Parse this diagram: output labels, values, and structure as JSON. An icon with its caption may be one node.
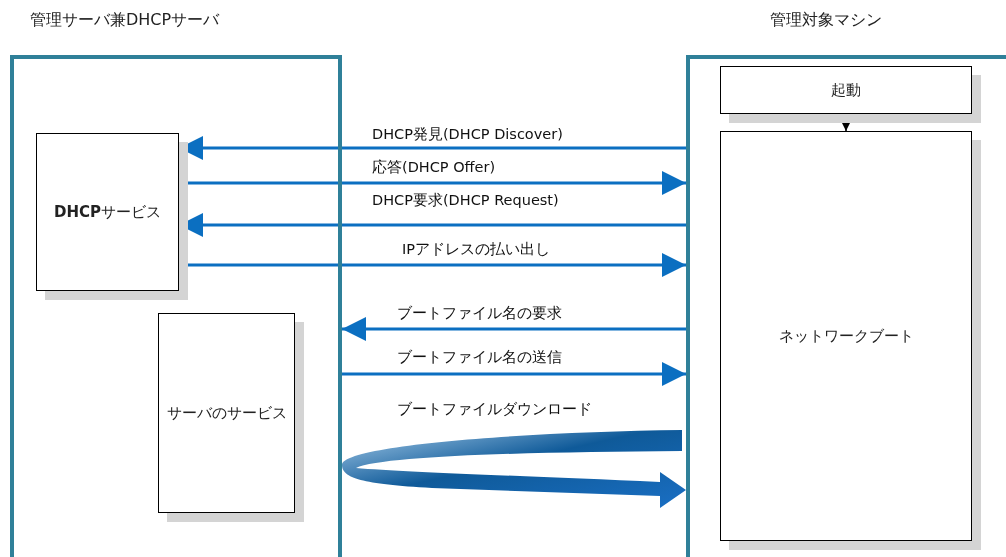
{
  "diagram": {
    "nodes": [
      {
        "text": [
          "管理サーバ兼DHCPサーバ"
        ]
      },
      {
        "text": [
          "**DHCP**サービス"
        ],
        "in": 0
      },
      {
        "text": [
          "サーバのサービス"
        ],
        "in": 0
      },
      {
        "text": [
          "管理対象マシン"
        ]
      },
      {
        "text": [
          "起動"
        ],
        "in": 3
      },
      {
        "text": [
          "ネットワークブート"
        ],
        "in": 3
      }
    ],
    "edges": [
      {
        "from": 3,
        "to": 1,
        "arrow": "to",
        "label": "DHCP発見(DHCP Discover)"
      },
      {
        "from": 1,
        "to": 3,
        "arrow": "to",
        "label": "応答(DHCP Offer)"
      },
      {
        "from": 3,
        "to": 1,
        "arrow": "to",
        "label": "DHCP要求(DHCP Request)"
      },
      {
        "from": 1,
        "to": 3,
        "arrow": "to",
        "label": "IPアドレスの払い出し"
      },
      {
        "from": 3,
        "to": 0,
        "arrow": "to",
        "label": "ブートファイル名の要求"
      },
      {
        "from": 0,
        "to": 3,
        "arrow": "to",
        "label": "ブートファイル名の送信"
      },
      {
        "from": 0,
        "to": 3,
        "arrow": "to",
        "label": "ブートファイルダウンロード",
        "style": "thick"
      },
      {
        "from": 4,
        "to": 5,
        "arrow": "to",
        "color": "#000000"
      }
    ]
  }
}
